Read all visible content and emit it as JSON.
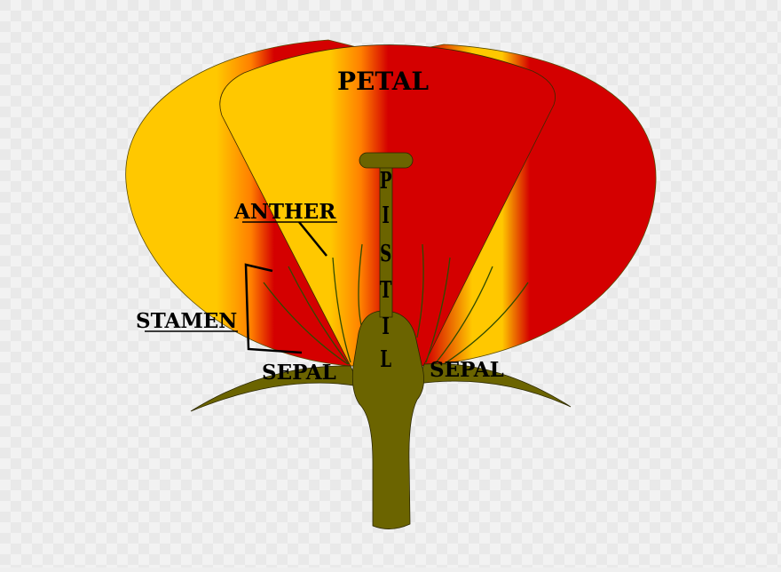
{
  "labels": {
    "petal": "PETAL",
    "anther": "ANTHER",
    "stamen": "STAMEN",
    "sepal_left": "SEPAL",
    "sepal_right": "SEPAL",
    "pistil": [
      "P",
      "I",
      "S",
      "T",
      "I",
      "L"
    ]
  },
  "colors": {
    "yellow": "#ffc800",
    "orange": "#ff7f00",
    "red": "#d40000",
    "green": "#6b6400",
    "background": "#efefef"
  }
}
